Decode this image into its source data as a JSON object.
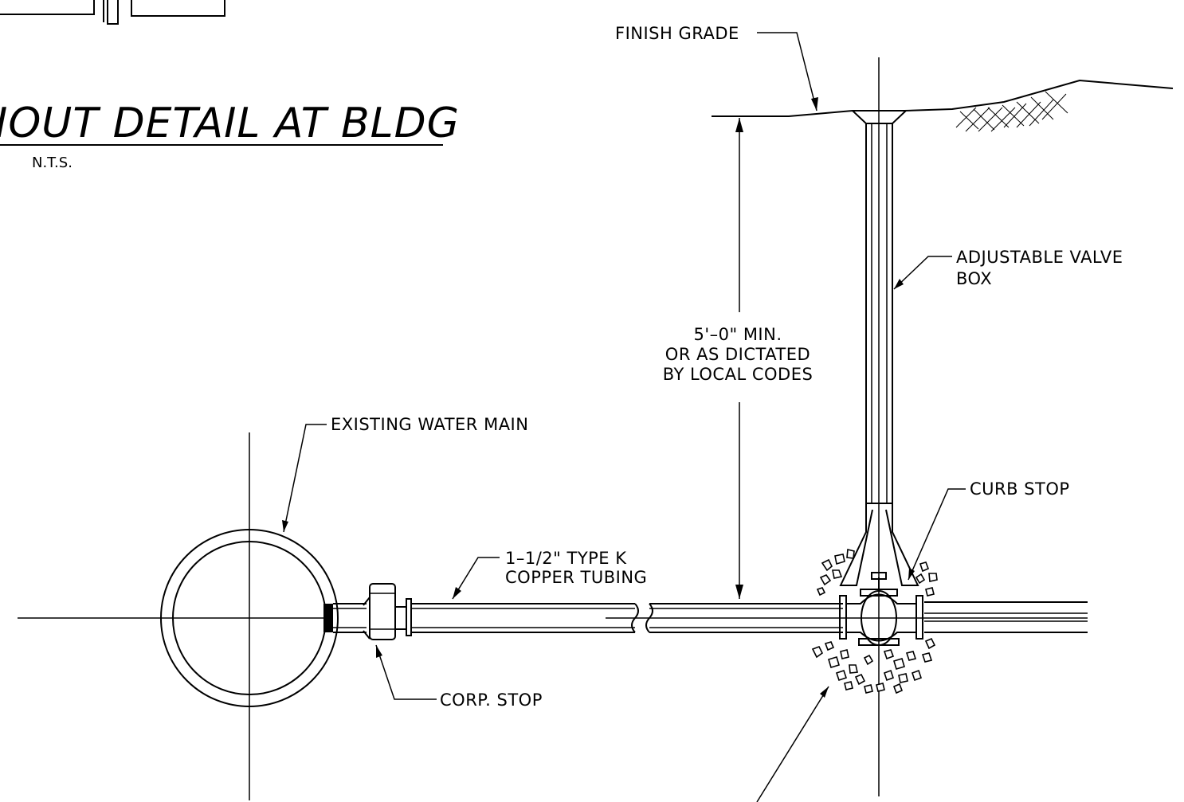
{
  "title": {
    "text": "IOUT DETAIL AT BLDG",
    "scale": "N.T.S."
  },
  "labels": {
    "finish_grade": "FINISH GRADE",
    "valve_box_line1": "ADJUSTABLE VALVE",
    "valve_box_line2": "BOX",
    "depth_line1": "5'–0\" MIN.",
    "depth_line2": "OR AS DICTATED",
    "depth_line3": "BY LOCAL CODES",
    "water_main": "EXISTING WATER MAIN",
    "curb_stop": "CURB STOP",
    "tubing_line1": "1–1/2\" TYPE K",
    "tubing_line2": "COPPER TUBING",
    "corp_stop": "CORP. STOP"
  }
}
